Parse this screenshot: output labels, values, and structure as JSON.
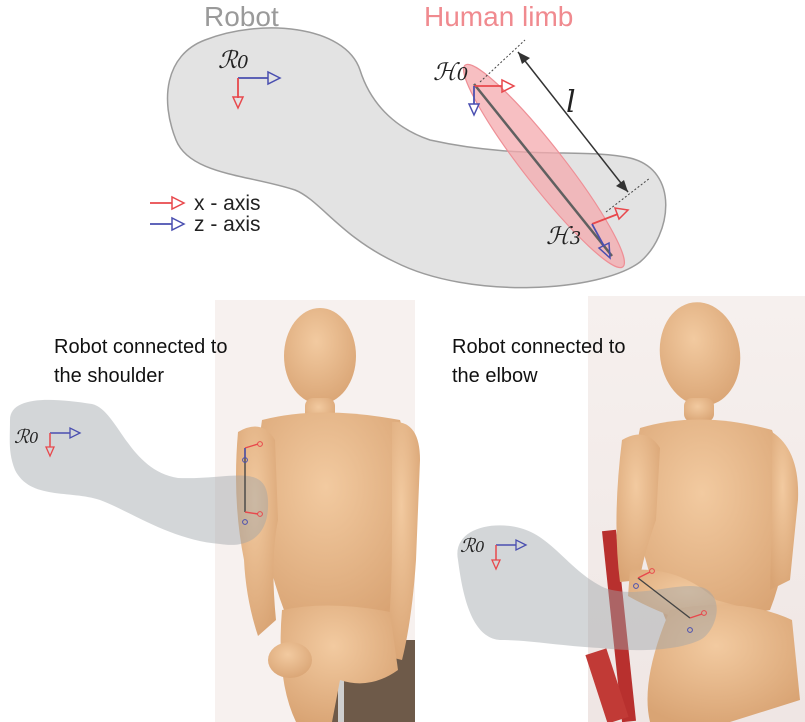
{
  "top": {
    "robot_title": "Robot",
    "human_title": "Human limb",
    "robot_frame": "ℛ",
    "robot_frame_sub": "0",
    "h0_frame": "ℋ",
    "h0_frame_sub": "0",
    "h3_frame": "ℋ",
    "h3_frame_sub": "3",
    "length_label": "l",
    "legend": [
      {
        "label": "x - axis",
        "color": "#e8484c"
      },
      {
        "label": "z - axis",
        "color": "#4a4fb0"
      }
    ]
  },
  "panels": [
    {
      "caption_line1": "Robot connected to",
      "caption_line2": "the shoulder",
      "frame": "ℛ",
      "frame_sub": "0"
    },
    {
      "caption_line1": "Robot connected to",
      "caption_line2": "the elbow",
      "frame": "ℛ",
      "frame_sub": "0"
    }
  ],
  "colors": {
    "robot_title": "#9a9a9a",
    "human_title": "#f08a8f",
    "limb_fill": "#f4a9ae",
    "blob_fill": "#e3e3e3",
    "skin": "#e8b98c",
    "x_axis": "#e8484c",
    "z_axis": "#4a4fb0"
  }
}
